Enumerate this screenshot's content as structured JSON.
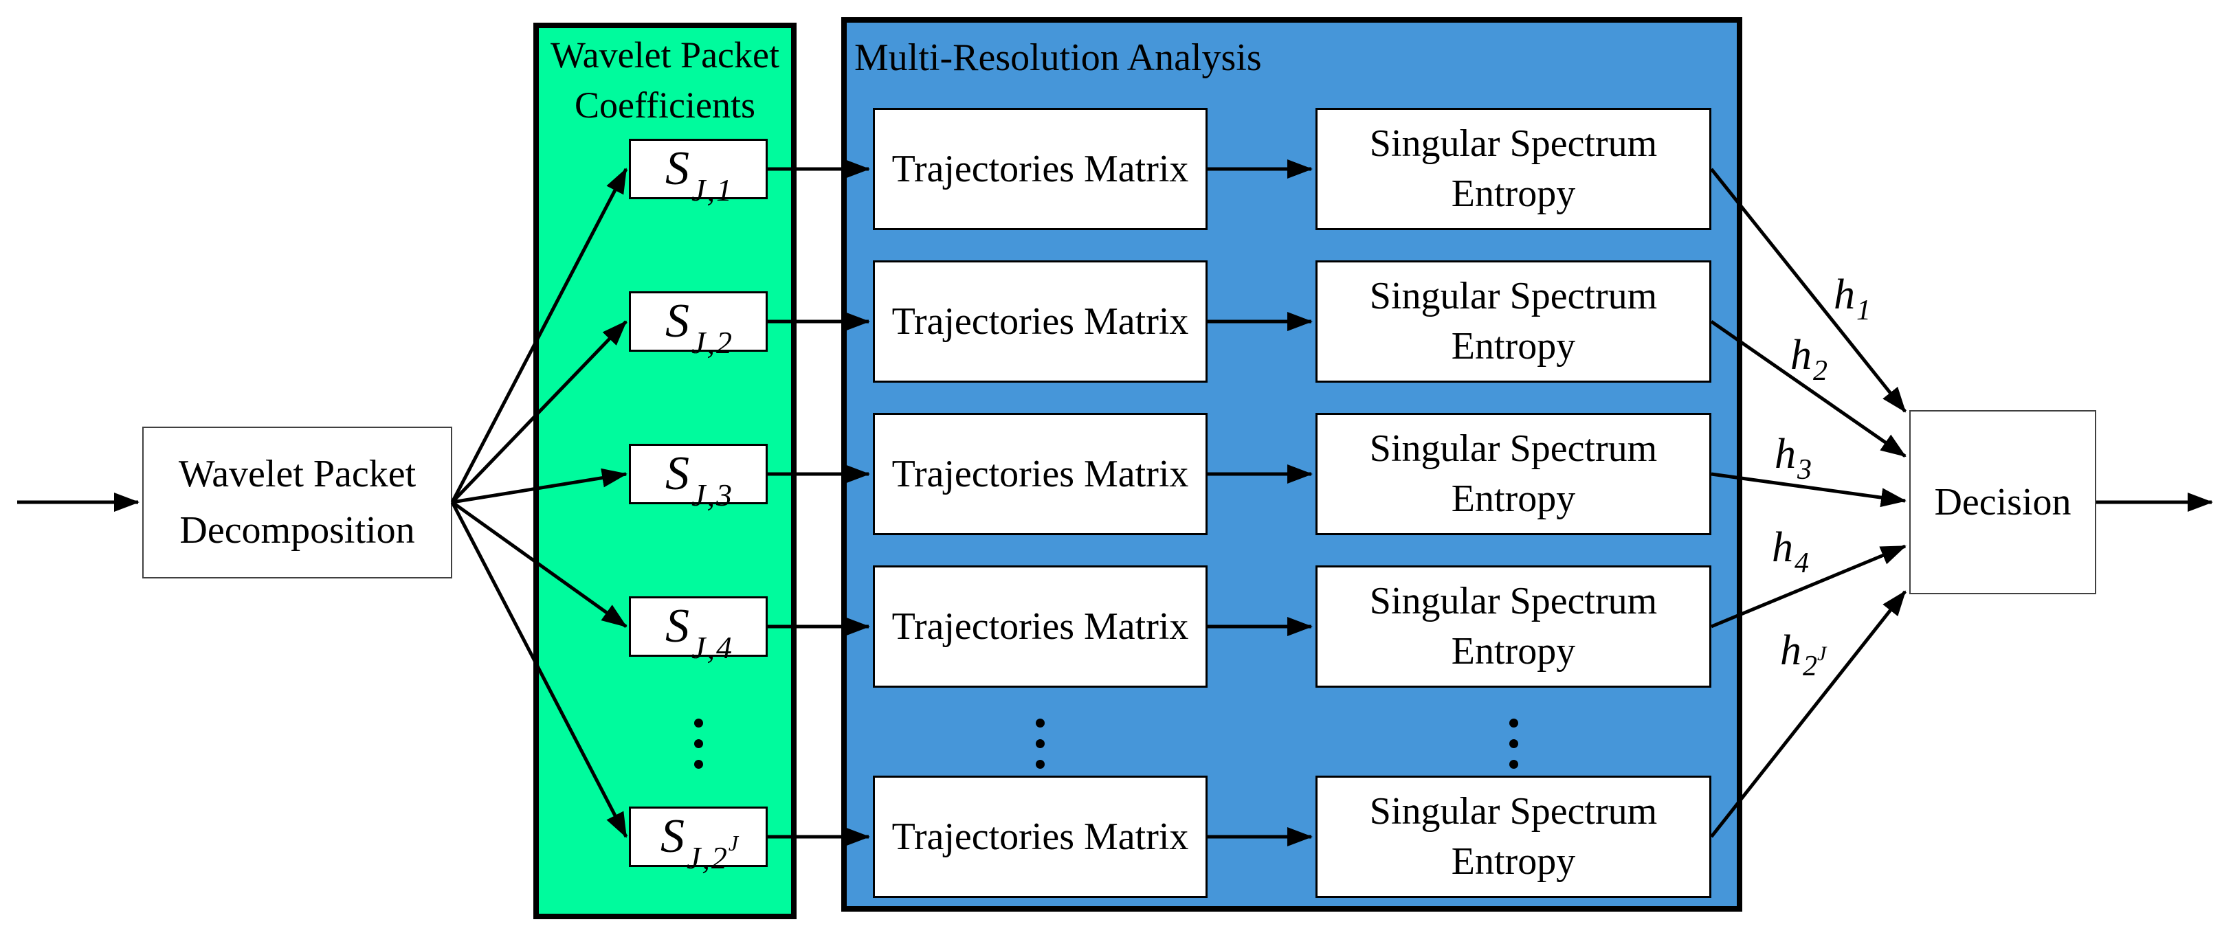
{
  "colors": {
    "panel_green": "#00FB9D",
    "panel_blue": "#4696D9",
    "line": "#000000"
  },
  "source_box": {
    "line1": "Wavelet Packet",
    "line2": "Decomposition"
  },
  "green_panel": {
    "title_line1": "Wavelet Packet",
    "title_line2": "Coefficients"
  },
  "blue_panel": {
    "title": "Multi-Resolution Analysis"
  },
  "rows": [
    {
      "s": {
        "base": "S",
        "sub": "J,1",
        "sup": ""
      },
      "trajectories": "Trajectories Matrix",
      "entropy_line1": "Singular Spectrum",
      "entropy_line2": "Entropy",
      "h": {
        "base": "h",
        "sub": "1",
        "sup": ""
      }
    },
    {
      "s": {
        "base": "S",
        "sub": "J,2",
        "sup": ""
      },
      "trajectories": "Trajectories Matrix",
      "entropy_line1": "Singular Spectrum",
      "entropy_line2": "Entropy",
      "h": {
        "base": "h",
        "sub": "2",
        "sup": ""
      }
    },
    {
      "s": {
        "base": "S",
        "sub": "J,3",
        "sup": ""
      },
      "trajectories": "Trajectories Matrix",
      "entropy_line1": "Singular Spectrum",
      "entropy_line2": "Entropy",
      "h": {
        "base": "h",
        "sub": "3",
        "sup": ""
      }
    },
    {
      "s": {
        "base": "S",
        "sub": "J,4",
        "sup": ""
      },
      "trajectories": "Trajectories Matrix",
      "entropy_line1": "Singular Spectrum",
      "entropy_line2": "Entropy",
      "h": {
        "base": "h",
        "sub": "4",
        "sup": ""
      }
    },
    {
      "s": {
        "base": "S",
        "sub": "J,2",
        "sup": "J"
      },
      "trajectories": "Trajectories Matrix",
      "entropy_line1": "Singular Spectrum",
      "entropy_line2": "Entropy",
      "h": {
        "base": "h",
        "sub": "2",
        "sup": "J"
      }
    }
  ],
  "decision_box": {
    "label": "Decision"
  },
  "icons": {
    "ellipsis": "vertical-ellipsis-dots"
  }
}
